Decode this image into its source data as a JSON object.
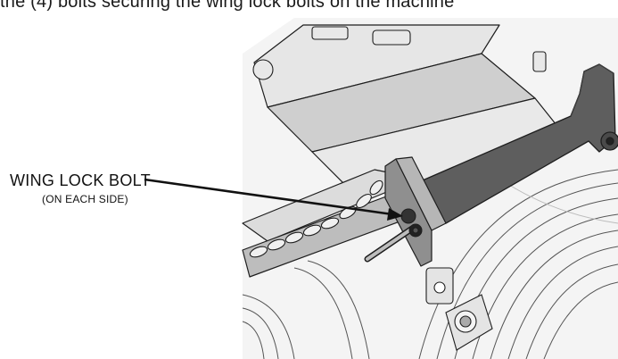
{
  "header_text": "the (4) bolts securing the wing lock bolts on the machine",
  "callout": {
    "label": "WING LOCK BOLT",
    "sublabel": "(ON EACH SIDE)"
  },
  "colors": {
    "arm": "#5e5e5e",
    "arm_shadow": "#3c3c3c",
    "bolt_dark": "#222222",
    "outline": "#1e1e1e",
    "light_gray": "#d6d6d6",
    "mid_gray": "#a8a8a8",
    "background": "#ffffff"
  }
}
